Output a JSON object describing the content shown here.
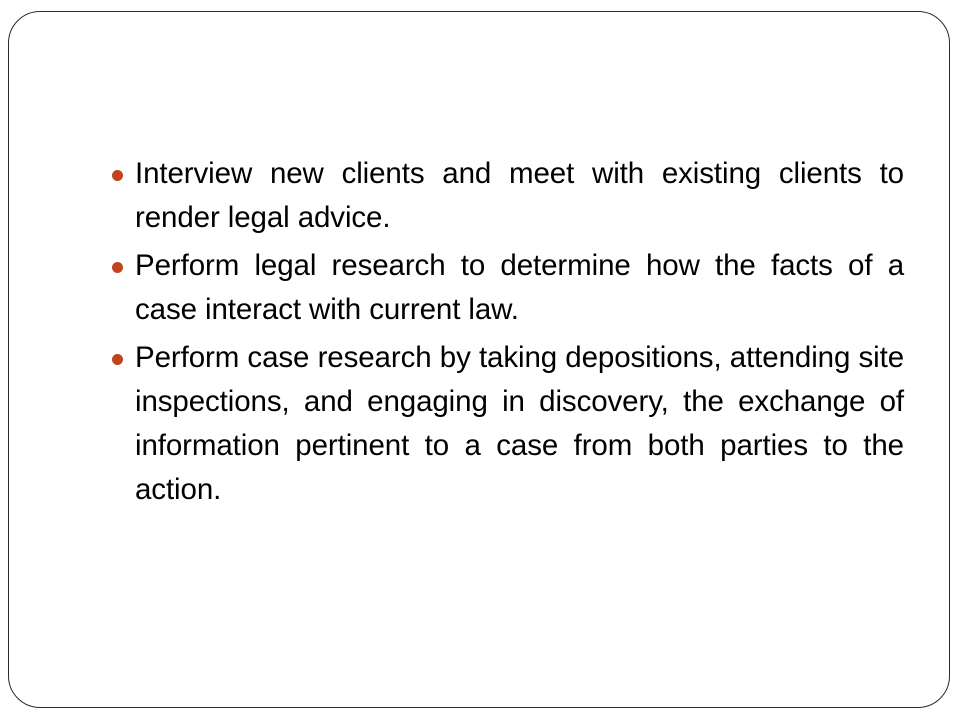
{
  "slide": {
    "background_color": "#FFFFFF",
    "frame": {
      "border_color": "#2B2B2B",
      "corner_radius": "32px"
    },
    "bullet_color": "#C0441E",
    "text_color": "#000000",
    "bullets": [
      {
        "marker": "round-bullet",
        "text": "Interview new clients and meet with existing clients to render legal advice."
      },
      {
        "marker": "round-bullet",
        "text": "Perform legal research to determine how the facts of a case interact with current law."
      },
      {
        "marker": "round-bullet",
        "text": "Perform case research by taking depositions, attending site inspections, and engaging in discovery, the exchange of information pertinent to a case from both parties to the action."
      }
    ]
  }
}
